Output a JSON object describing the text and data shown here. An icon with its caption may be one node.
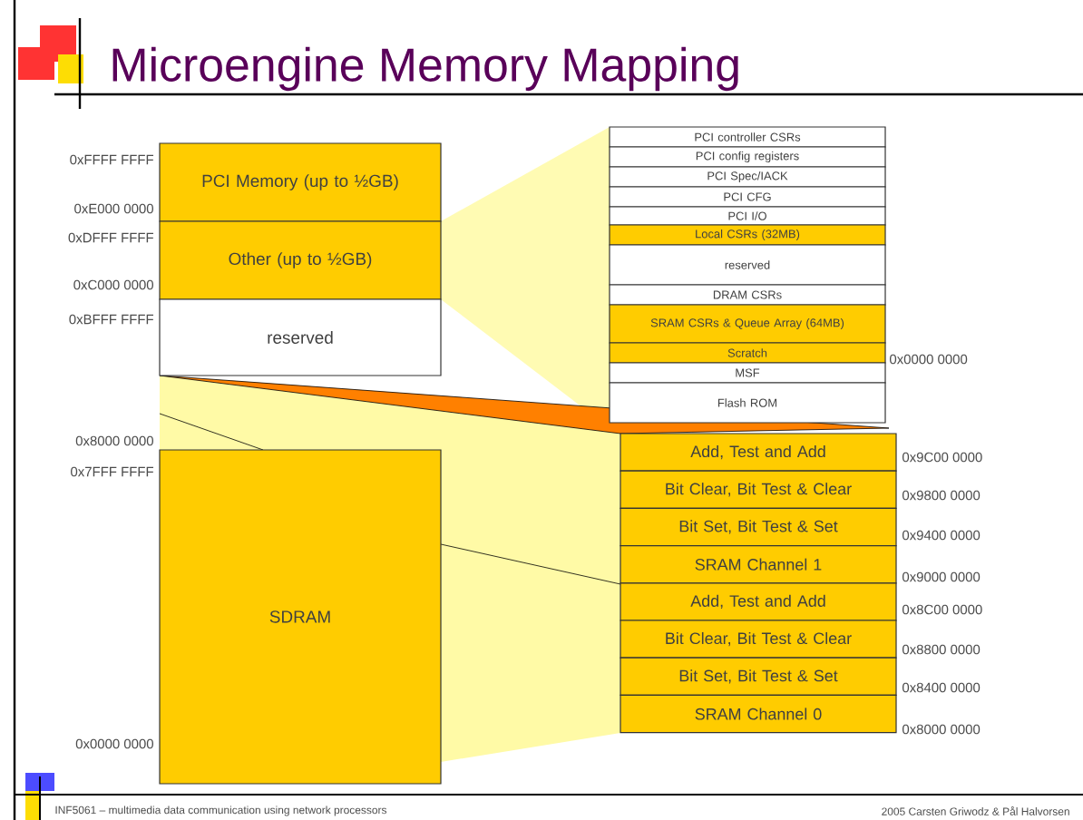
{
  "diagram": {
    "title": "Microengine Memory Mapping",
    "nodes": [
      {
        "text": [
          "PCI Memory (up to ½GB)"
        ]
      },
      {
        "text": [
          "Other (up to ½GB)"
        ]
      },
      {
        "text": [
          "reserved"
        ]
      },
      {
        "text": [
          "SDRAM"
        ]
      },
      {
        "text": [
          "PCI controller CSRs"
        ]
      },
      {
        "text": [
          "PCI config registers"
        ]
      },
      {
        "text": [
          "PCI Spec/IACK"
        ]
      },
      {
        "text": [
          "PCI CFG"
        ]
      },
      {
        "text": [
          "PCI I/O"
        ]
      },
      {
        "text": [
          "Local CSRs (32MB)"
        ]
      },
      {
        "text": [
          "reserved"
        ]
      },
      {
        "text": [
          "DRAM CSRs"
        ]
      },
      {
        "text": [
          "SRAM CSRs & Queue Array (64MB)"
        ]
      },
      {
        "text": [
          "Scratch"
        ]
      },
      {
        "text": [
          "MSF"
        ]
      },
      {
        "text": [
          "Flash ROM"
        ]
      },
      {
        "text": [
          "Add, Test and Add"
        ]
      },
      {
        "text": [
          "Bit Clear, Bit Test & Clear"
        ]
      },
      {
        "text": [
          "Bit Set, Bit Test & Set"
        ]
      },
      {
        "text": [
          "SRAM Channel 1"
        ]
      },
      {
        "text": [
          "Add, Test and Add"
        ]
      },
      {
        "text": [
          "Bit Clear, Bit Test & Clear"
        ]
      },
      {
        "text": [
          "Bit Set, Bit Test & Set"
        ]
      },
      {
        "text": [
          "SRAM Channel 0"
        ]
      }
    ],
    "labels": [
      "0xFFFF FFFF",
      "0xE000 0000",
      "0xDFFF FFFF",
      "0xC000 0000",
      "0xBFFF FFFF",
      "0x0000 0000",
      "0x8000 0000",
      "0x9C00 0000",
      "0x7FFF FFFF",
      "0x9800 0000",
      "0x9400 0000",
      "0x9000 0000",
      "0x8C00 0000",
      "0x8800 0000",
      "0x8400 0000",
      "0x8000 0000",
      "0x0000 0000",
      "INF5061 – multimedia data communication using network processors",
      "2005 Carsten Griwodz & Pål Halvorsen"
    ]
  }
}
